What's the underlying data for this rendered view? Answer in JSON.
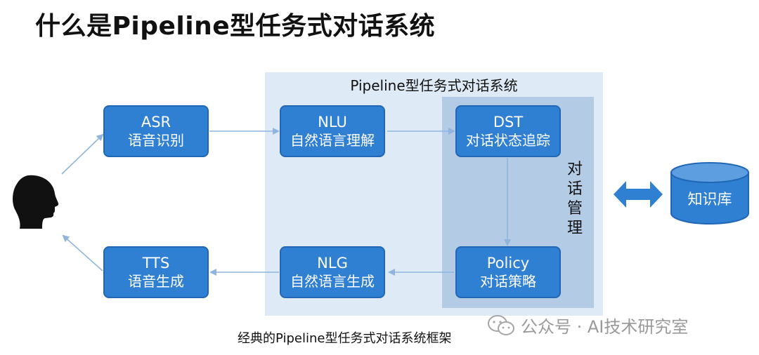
{
  "title": "什么是Pipeline型任务式对话系统",
  "pipeline_label": "Pipeline型任务式对话系统",
  "dialog_management_label": [
    "对",
    "话",
    "管",
    "理"
  ],
  "boxes": {
    "asr": {
      "en": "ASR",
      "zh": "语音识别"
    },
    "nlu": {
      "en": "NLU",
      "zh": "自然语言理解"
    },
    "dst": {
      "en": "DST",
      "zh": "对话状态追踪"
    },
    "tts": {
      "en": "TTS",
      "zh": "语音生成"
    },
    "nlg": {
      "en": "NLG",
      "zh": "自然语言生成"
    },
    "policy": {
      "en": "Policy",
      "zh": "对话策略"
    }
  },
  "knowledge_base": "知识库",
  "caption": "经典的Pipeline型任务式对话系统框架",
  "watermark": "公众号 · AI技术研究室",
  "colors": {
    "box_fill": "#2f7fd2",
    "pipeline_bg": "#deeaf6",
    "dm_bg": "#b4cbe6",
    "arrow": "#8fb4de"
  }
}
